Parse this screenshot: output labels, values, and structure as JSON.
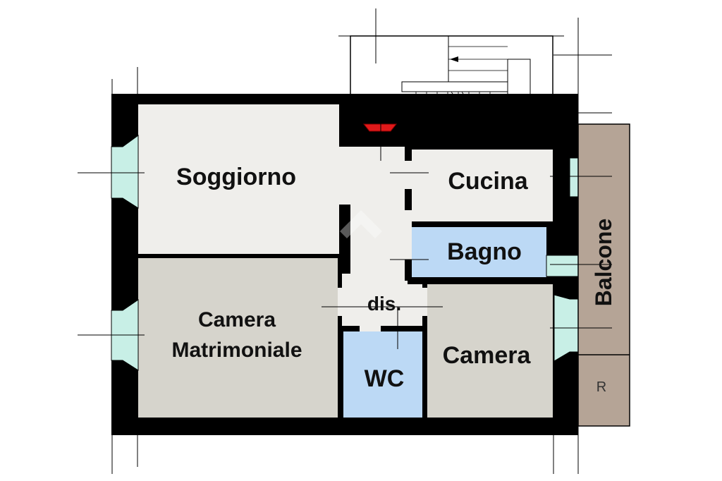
{
  "plan": {
    "rooms": {
      "soggiorno": "Soggiorno",
      "cucina": "Cucina",
      "bagno": "Bagno",
      "camera_matrimoniale_line1": "Camera",
      "camera_matrimoniale_line2": "Matrimoniale",
      "disimpegno": "dis.",
      "wc": "WC",
      "camera": "Camera",
      "balcone": "Balcone",
      "ripostiglio": "R"
    },
    "colors": {
      "wall": "#000000",
      "living_floor": "#efeeeb",
      "bedroom_floor": "#d6d4cc",
      "bath_floor": "#bcd9f5",
      "balcony_floor": "#b5a496",
      "window_glass": "#c8efe6",
      "entry_marker": "#e0191a"
    }
  }
}
